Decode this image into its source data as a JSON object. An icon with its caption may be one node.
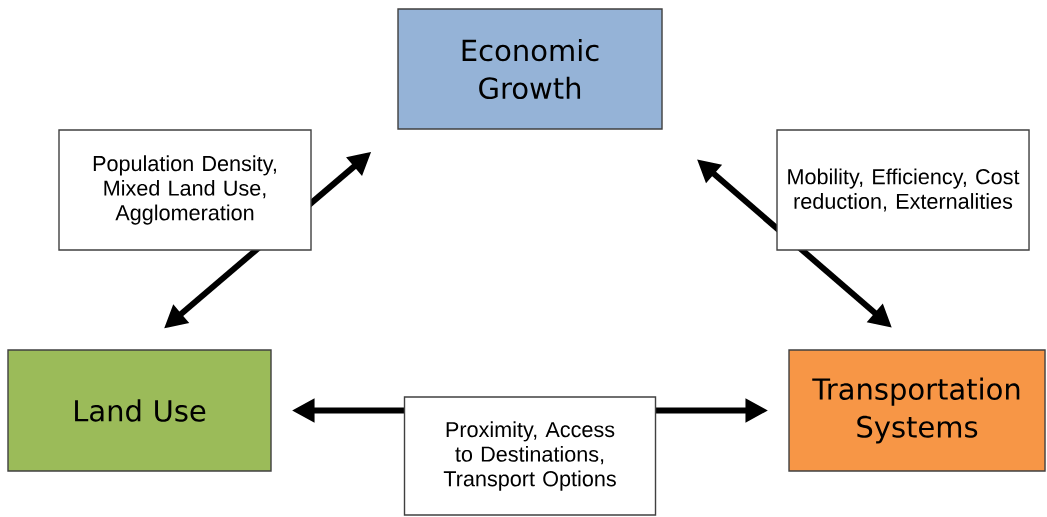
{
  "diagram": {
    "nodes": [
      {
        "text": [
          "Economic Growth"
        ]
      },
      {
        "text": [
          "Land Use"
        ]
      },
      {
        "text": [
          "Transportation Systems"
        ]
      }
    ],
    "edges": [
      {
        "from": 0,
        "to": 1,
        "arrow": "both",
        "label": "Population Density, Mixed Land Use, Agglomeration"
      },
      {
        "from": 0,
        "to": 2,
        "arrow": "both",
        "label": "Mobility, Efficiency, Cost reduction, Externalities"
      },
      {
        "from": 1,
        "to": 2,
        "arrow": "both",
        "label": "Proximity, Access to Destinations, Transport Options"
      }
    ]
  }
}
